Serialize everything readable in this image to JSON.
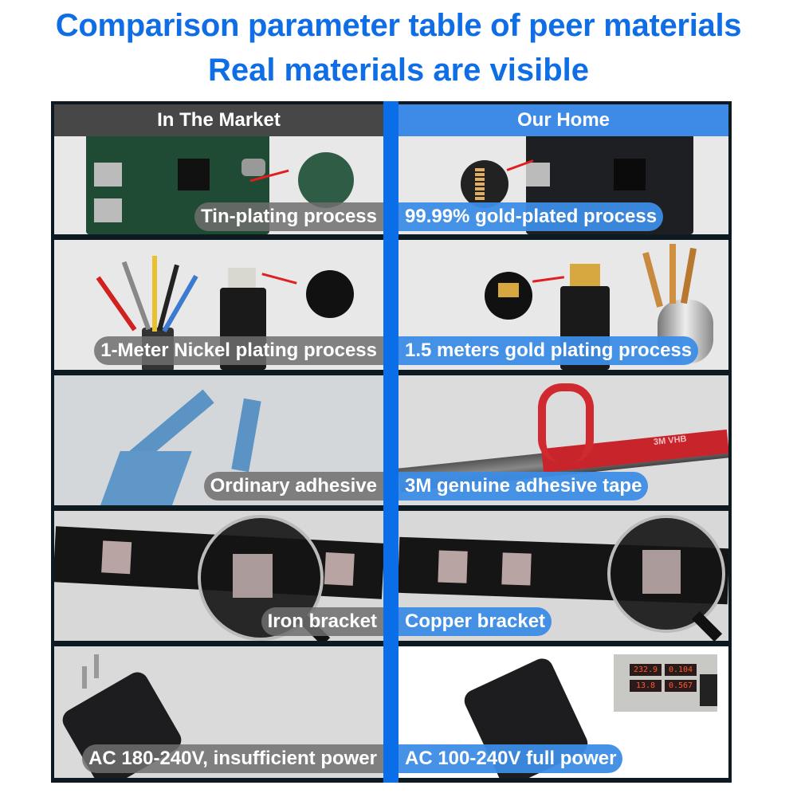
{
  "title": {
    "line1": "Comparison parameter table of peer materials",
    "line2": "Real materials are visible"
  },
  "columns": {
    "left_header": "In The Market",
    "right_header": "Our Home"
  },
  "rows": [
    {
      "left_caption": "Tin-plating process",
      "right_caption": "99.99% gold-plated process"
    },
    {
      "left_caption": "1-Meter Nickel plating process",
      "right_caption": "1.5 meters gold plating process"
    },
    {
      "left_caption": "Ordinary adhesive",
      "right_caption": "3M genuine adhesive tape"
    },
    {
      "left_caption": "Iron bracket",
      "right_caption": "Copper bracket"
    },
    {
      "left_caption": "AC 180-240V, insufficient power",
      "right_caption": "AC 100-240V full power"
    }
  ],
  "meter_display": {
    "top_left": "232.9",
    "top_right": "0.104",
    "bottom_left": "13.8",
    "bottom_right": "0.567"
  },
  "tape_label": "3M VHB",
  "colors": {
    "title_blue": "#0f6ee6",
    "divider_blue": "#0a6ee8",
    "caption_blue": "#3c8ce6",
    "caption_gray": "#6e6e6e",
    "header_gray": "#474747"
  }
}
